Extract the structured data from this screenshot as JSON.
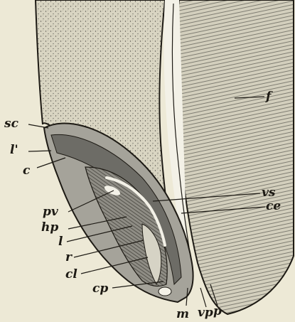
{
  "figure": {
    "labels": {
      "f": "f",
      "sc": "sc",
      "l_prime": "l'",
      "c": "c",
      "vs": "vs",
      "ce": "ce",
      "pv": "pv",
      "hp": "hp",
      "l": "l",
      "r": "r",
      "cl": "cl",
      "cp": "cp",
      "m": "m",
      "vp": "vp",
      "p": "p"
    },
    "colors": {
      "paper": "#ede9d6",
      "ink": "#1d1a14",
      "shade_dark": "#6d6c66",
      "shade_mid": "#a5a39a",
      "highlight": "#f3f1e7"
    }
  }
}
